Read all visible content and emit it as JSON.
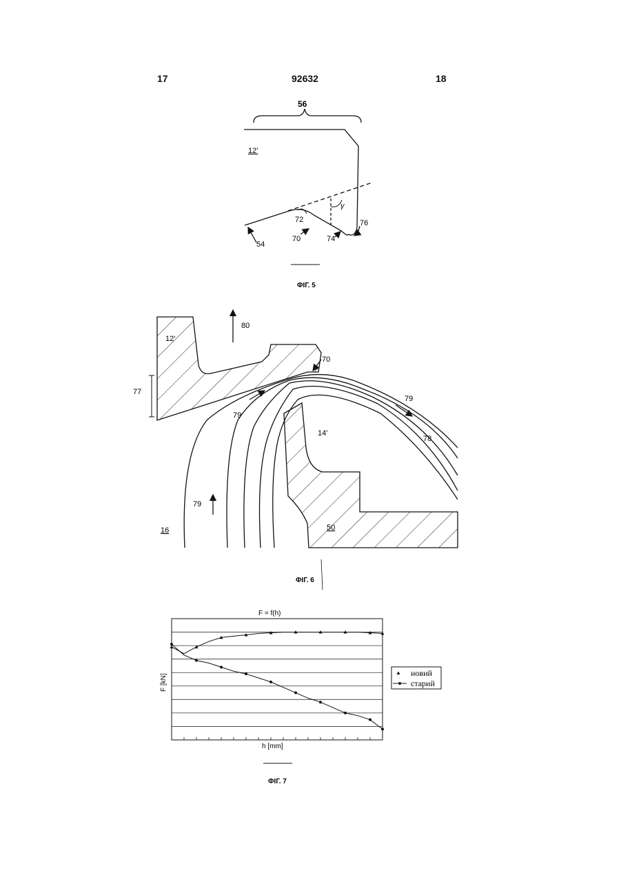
{
  "header": {
    "page_left": "17",
    "patent_number": "92632",
    "page_right": "18"
  },
  "fig5": {
    "caption": "ФІГ. 5",
    "labels": {
      "l56": "56",
      "l12p": "12'",
      "l72": "72",
      "l70": "70",
      "l74": "74",
      "l76": "76",
      "l54": "54",
      "lgamma": "γ"
    }
  },
  "fig6": {
    "caption": "ФІГ. 6",
    "labels": {
      "l12p": "12'",
      "l80": "80",
      "l70": "70",
      "l77": "77",
      "l79a": "79",
      "l79b": "79",
      "l79c": "79",
      "l78": "78",
      "l14p": "14'",
      "l16": "16",
      "l50": "50"
    }
  },
  "fig7": {
    "caption": "ФІГ. 7",
    "chart_data": {
      "type": "line",
      "title": "F = f(h)",
      "xlabel": "h [mm]",
      "ylabel": "F [kN]",
      "x": [
        0,
        1,
        2,
        3,
        4,
        5,
        6,
        7,
        8,
        9,
        10,
        11,
        12,
        13,
        14,
        15,
        16,
        17
      ],
      "ylim": [
        0,
        9
      ],
      "grid": true,
      "legend_position": "right",
      "series": [
        {
          "name": "новий",
          "marker": "triangle",
          "values": [
            6.9,
            6.4,
            6.9,
            7.3,
            7.6,
            7.7,
            7.8,
            7.9,
            7.95,
            8.0,
            8.0,
            8.0,
            8.0,
            8.0,
            8.0,
            8.0,
            7.95,
            7.9
          ]
        },
        {
          "name": "старий",
          "marker": "circle",
          "values": [
            7.1,
            6.3,
            5.9,
            5.7,
            5.4,
            5.1,
            4.9,
            4.6,
            4.3,
            3.9,
            3.5,
            3.1,
            2.8,
            2.4,
            2.0,
            1.8,
            1.5,
            0.8
          ]
        }
      ]
    }
  }
}
